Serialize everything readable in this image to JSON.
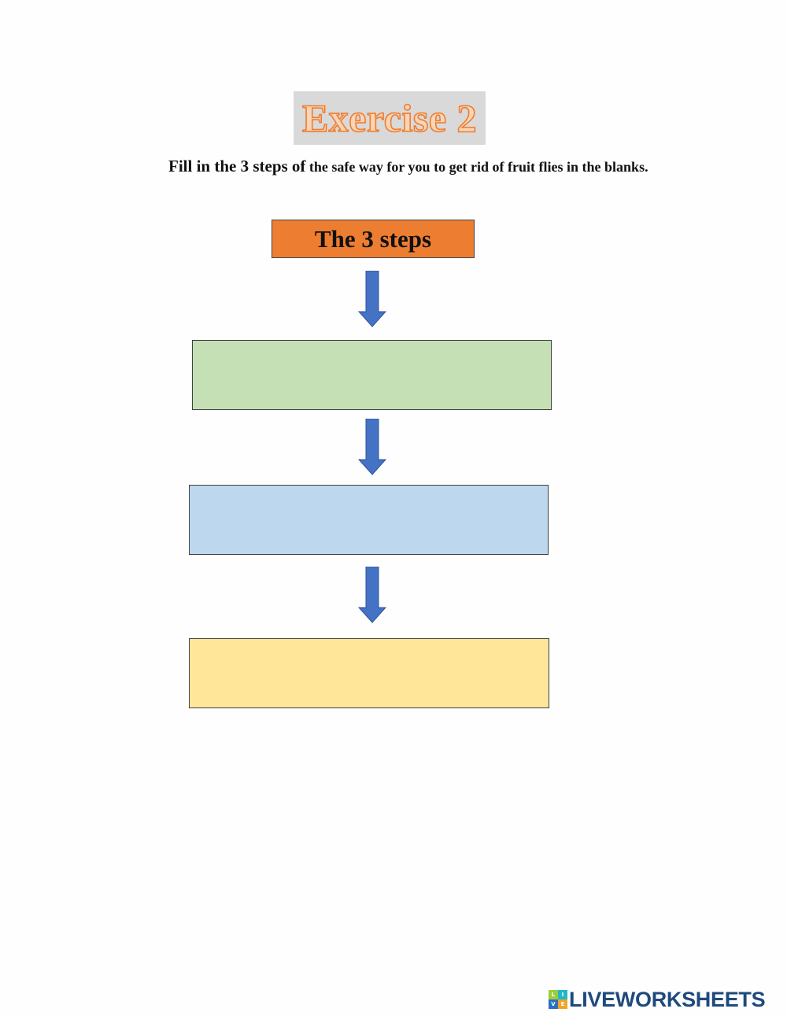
{
  "title": "Exercise 2",
  "instructions": {
    "lead": "Fill in the 3 steps of",
    "rest": " the safe way for you to get rid of fruit flies in the blanks."
  },
  "flowchart": {
    "header": "The 3 steps",
    "steps": [
      {
        "text": "",
        "color": "#c5e0b4"
      },
      {
        "text": "",
        "color": "#bdd7ee"
      },
      {
        "text": "",
        "color": "#ffe699"
      }
    ],
    "arrow_color": "#4472c4",
    "header_color": "#ed7d31"
  },
  "footer": {
    "logo_letters": [
      "L",
      "I",
      "V",
      "E"
    ],
    "brand": "LIVEWORKSHEETS"
  }
}
